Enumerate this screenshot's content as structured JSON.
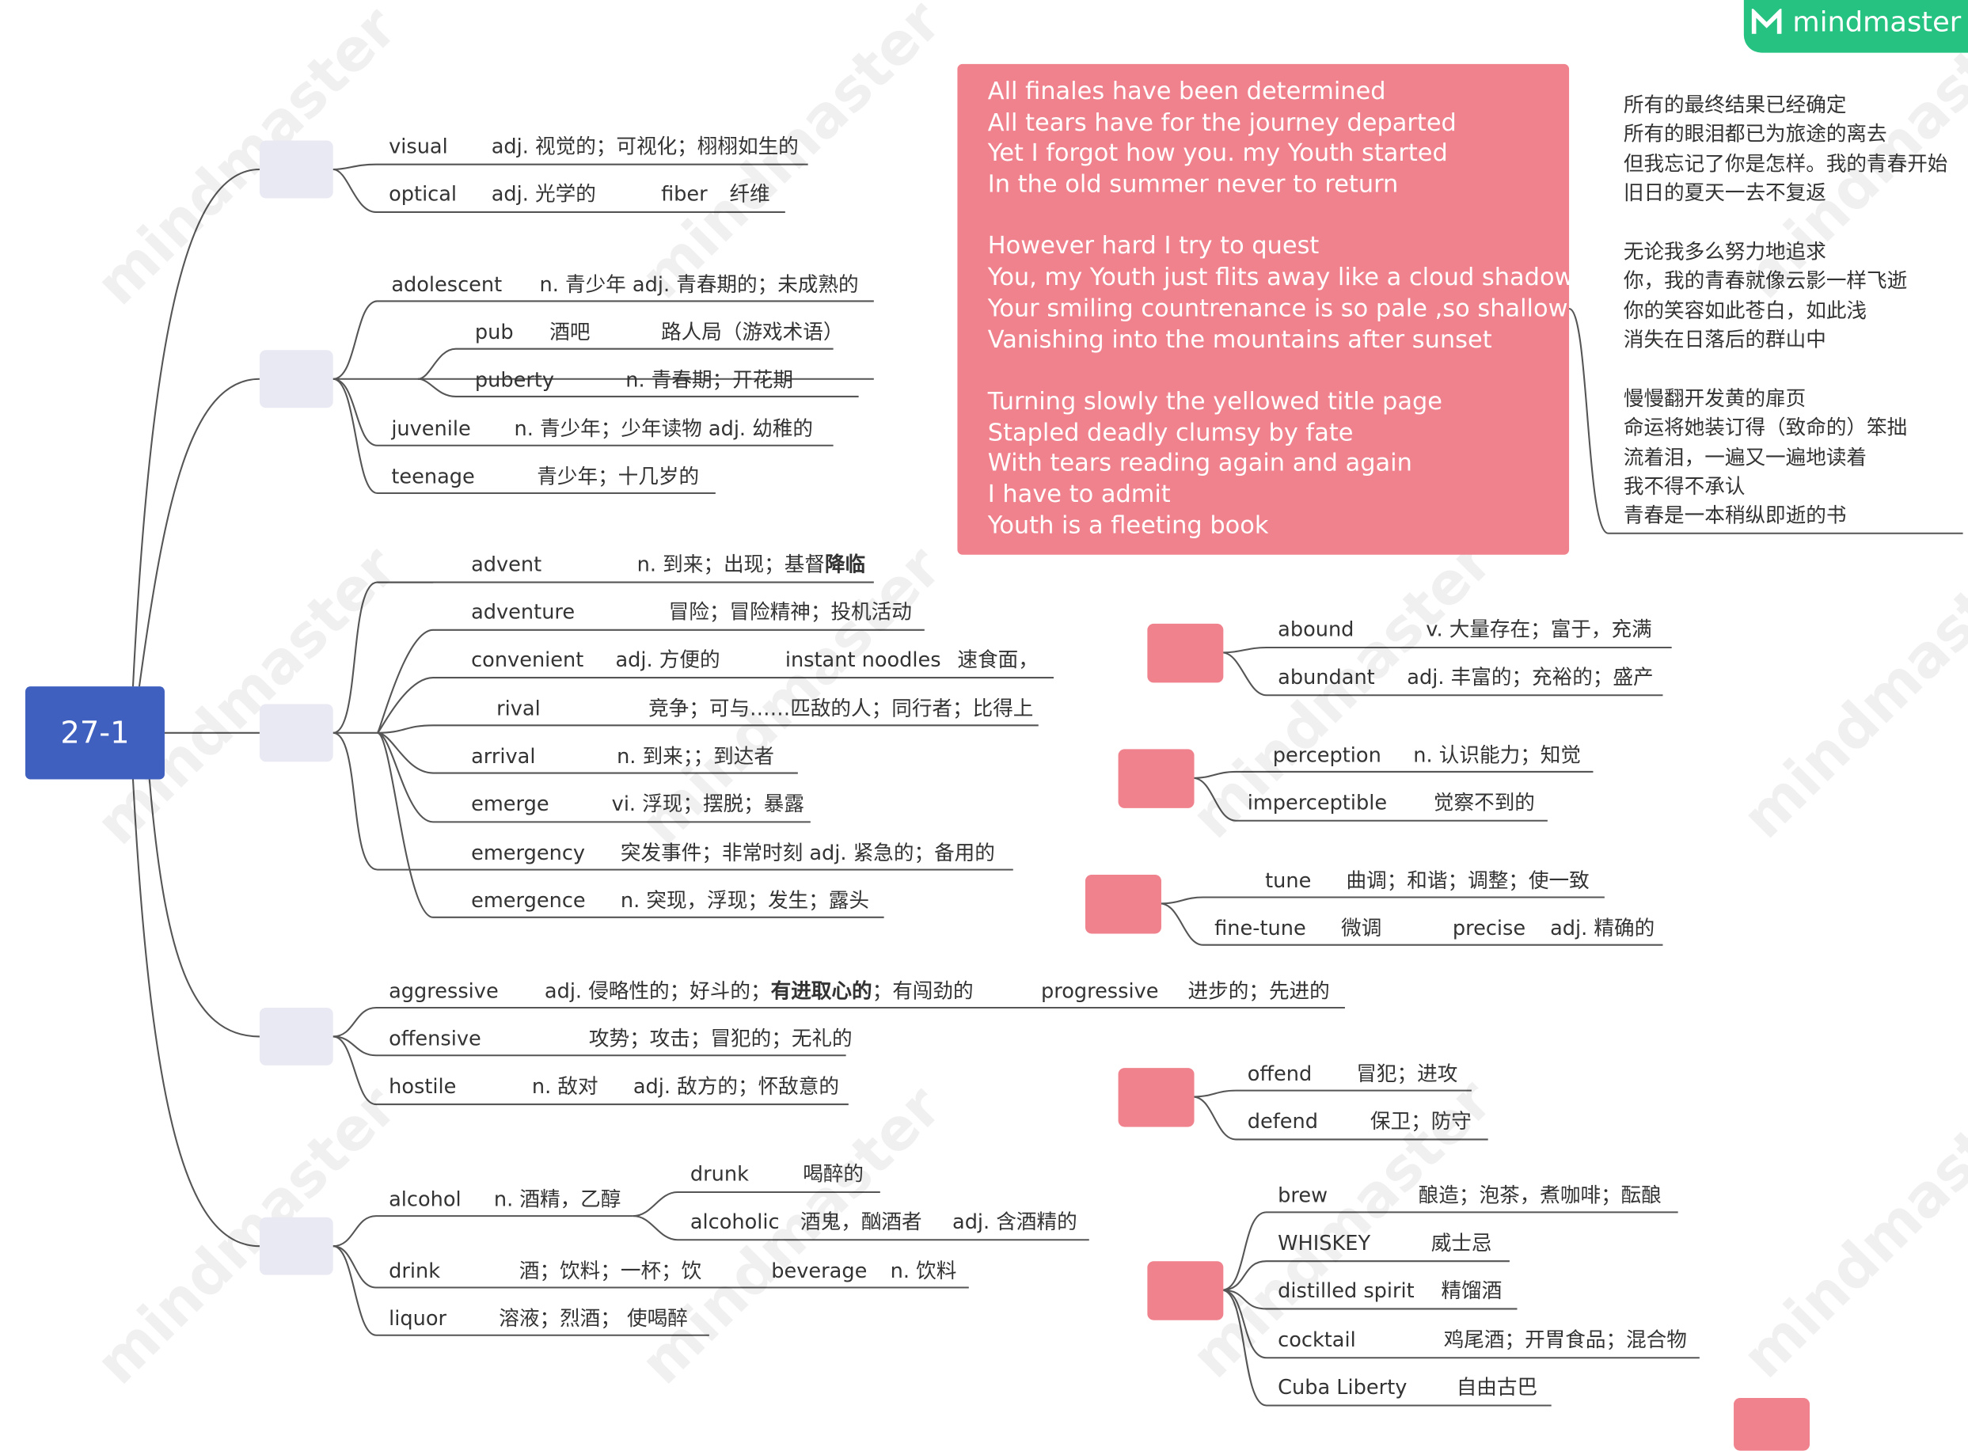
{
  "brand": {
    "name": "mindmaster",
    "watermark": "mindmaster"
  },
  "root": {
    "label": "27-1"
  },
  "groups": {
    "g1": {
      "visual": {
        "word": "visual",
        "def": "adj. 视觉的；可视化；栩栩如生的"
      },
      "optical": {
        "word": "optical",
        "def": "adj. 光学的",
        "extra_word": "fiber",
        "extra_def": "纤维"
      }
    },
    "g2": {
      "adolescent": {
        "word": "adolescent",
        "def": "n. 青少年  adj. 青春期的；未成熟的"
      },
      "pub": {
        "word": "pub",
        "def": "酒吧",
        "extra": "路人局（游戏术语）"
      },
      "puberty": {
        "word": "puberty",
        "def": "n. 青春期；开花期"
      },
      "juvenile": {
        "word": "juvenile",
        "def": "n. 青少年；少年读物   adj. 幼稚的"
      },
      "teenage": {
        "word": "teenage",
        "def": "青少年；十几岁的"
      }
    },
    "g3": {
      "advent": {
        "word": "advent",
        "def": "n. 到来；出现；基督",
        "def_bold": "降临"
      },
      "adventure": {
        "word": "adventure",
        "def": "冒险；冒险精神；投机活动"
      },
      "convenient": {
        "word": "convenient",
        "def": "adj. 方便的",
        "extra_word": "instant noodles",
        "extra_def": "速食面，"
      },
      "rival": {
        "word": "rival",
        "def": "竞争；可与……匹敌的人；同行者；比得上"
      },
      "arrival": {
        "word": "arrival",
        "def": "n. 到来；；到达者"
      },
      "emerge": {
        "word": "emerge",
        "def": "vi. 浮现；摆脱；暴露"
      },
      "emergency": {
        "word": "emergency",
        "def": "突发事件；非常时刻  adj. 紧急的；备用的"
      },
      "emergence": {
        "word": "emergence",
        "def": "n. 突现，浮现；发生；露头"
      }
    },
    "g4": {
      "aggressive": {
        "word": "aggressive",
        "def_a": "adj. 侵略性的；好斗的；",
        "def_bold": "有进取心的",
        "def_b": "；有闯劲的",
        "extra_word": "progressive",
        "extra_def": "进步的；先进的"
      },
      "offensive": {
        "word": "offensive",
        "def": "攻势；攻击；冒犯的；无礼的"
      },
      "hostile": {
        "word": "hostile",
        "def": "n. 敌对",
        "def2": "adj. 敌方的；怀敌意的"
      }
    },
    "g5": {
      "alcohol": {
        "word": "alcohol",
        "def": "n. 酒精，乙醇"
      },
      "drunk": {
        "word": "drunk",
        "def": "喝醉的"
      },
      "alcoholic": {
        "word": "alcoholic",
        "def": "酒鬼，酗酒者",
        "def2": "adj. 含酒精的"
      },
      "drink": {
        "word": "drink",
        "def": "酒；饮料；一杯；饮",
        "extra_word": "beverage",
        "extra_def": "n. 饮料"
      },
      "liquor": {
        "word": "liquor",
        "def": "溶液；烈酒；  使喝醉"
      }
    },
    "r1": {
      "abound": {
        "word": "abound",
        "def": "v. 大量存在；富于，充满"
      },
      "abundant": {
        "word": "abundant",
        "def": "adj. 丰富的；充裕的；盛产"
      }
    },
    "r2": {
      "perception": {
        "word": "perception",
        "def": "n. 认识能力；知觉"
      },
      "imperceptible": {
        "word": "imperceptible",
        "def": "觉察不到的"
      }
    },
    "r3": {
      "tune": {
        "word": "tune",
        "def": "曲调；和谐；调整；使一致"
      },
      "finetune": {
        "word": "fine-tune",
        "def": "微调",
        "extra_word": "precise",
        "extra_def": "adj. 精确的"
      }
    },
    "r4": {
      "offend": {
        "word": "offend",
        "def": "冒犯；进攻"
      },
      "defend": {
        "word": "defend",
        "def": "保卫；防守"
      }
    },
    "r5": {
      "brew": {
        "word": "brew",
        "def": "酿造；泡茶，煮咖啡；酝酿"
      },
      "whiskey": {
        "word": "WHISKEY",
        "def": "威士忌"
      },
      "spirit": {
        "word": "distilled spirit",
        "def": "精馏酒"
      },
      "cocktail": {
        "word": "cocktail",
        "def": "鸡尾酒；开胃食品；混合物"
      },
      "cuba": {
        "word": "Cuba Liberty",
        "def": "自由古巴"
      }
    }
  },
  "poem_en": [
    "All finales have been determined",
    "All tears have for the journey departed",
    "Yet I forgot how you. my Youth started",
    "In the old summer never to return",
    "",
    "However hard I try to quest",
    "You, my Youth just flits away like a cloud shadow",
    "Your smiling countrenance is so pale ,so shallow",
    "Vanishing into the mountains after sunset",
    "",
    "Turning slowly the yellowed title page",
    "Stapled deadly clumsy by fate",
    "With tears reading again and again",
    "I have to admit",
    "Youth is a fleeting book"
  ],
  "poem_zh": [
    "所有的最终结果已经确定",
    "所有的眼泪都已为旅途的离去",
    "但我忘记了你是怎样。我的青春开始",
    "旧日的夏天一去不复返",
    "",
    "无论我多么努力地追求",
    "你，我的青春就像云影一样飞逝",
    "你的笑容如此苍白，如此浅",
    "消失在日落后的群山中",
    "",
    "慢慢翻开发黄的扉页",
    "命运将她装订得（致命的）笨拙",
    "流着泪，一遍又一遍地读着",
    "我不得不承认",
    "青春是一本稍纵即逝的书"
  ],
  "colors": {
    "root": "#4060c0",
    "pink": "#f0828d",
    "gray_box": "#e9e9f3",
    "brand": "#26c281",
    "line": "#555555"
  }
}
